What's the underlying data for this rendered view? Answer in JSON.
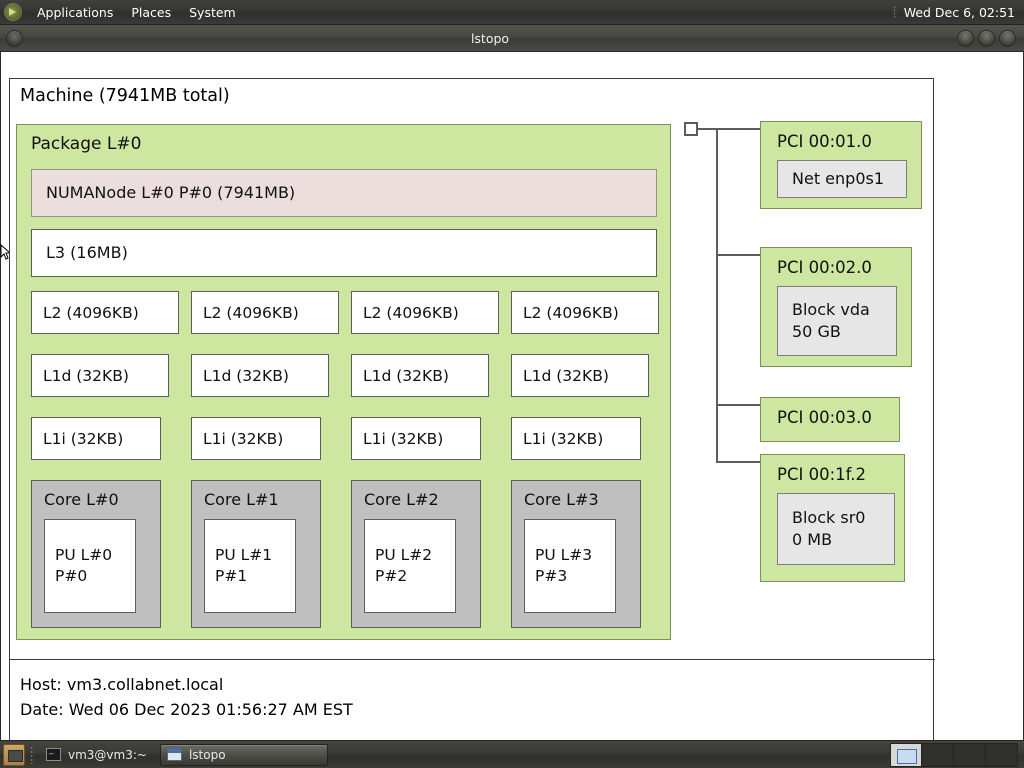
{
  "top_panel": {
    "app_icon": "gnome-foot-icon",
    "menus": [
      "Applications",
      "Places",
      "System"
    ],
    "clock": "Wed Dec 6, 02:51"
  },
  "window": {
    "title": "lstopo",
    "left_button": "window-menu-button",
    "right_buttons": [
      "minimize-button",
      "maximize-button",
      "close-button"
    ]
  },
  "topology": {
    "machine_label": "Machine (7941MB total)",
    "host_line": "Host: vm3.collabnet.local",
    "date_line": "Date: Wed 06 Dec 2023 01:56:27 AM EST",
    "package": {
      "label": "Package L#0",
      "numanode": "NUMANode L#0 P#0 (7941MB)",
      "l3": "L3 (16MB)",
      "l2": [
        "L2 (4096KB)",
        "L2 (4096KB)",
        "L2 (4096KB)",
        "L2 (4096KB)"
      ],
      "l1d": [
        "L1d (32KB)",
        "L1d (32KB)",
        "L1d (32KB)",
        "L1d (32KB)"
      ],
      "l1i": [
        "L1i (32KB)",
        "L1i (32KB)",
        "L1i (32KB)",
        "L1i (32KB)"
      ],
      "cores": [
        {
          "label": "Core L#0",
          "pu_line1": "PU L#0",
          "pu_line2": "P#0"
        },
        {
          "label": "Core L#1",
          "pu_line1": "PU L#1",
          "pu_line2": "P#1"
        },
        {
          "label": "Core L#2",
          "pu_line1": "PU L#2",
          "pu_line2": "P#2"
        },
        {
          "label": "Core L#3",
          "pu_line1": "PU L#3",
          "pu_line2": "P#3"
        }
      ]
    },
    "pci_devices": [
      {
        "label": "PCI 00:01.0",
        "child_line1": "Net enp0s1",
        "child_line2": ""
      },
      {
        "label": "PCI 00:02.0",
        "child_line1": "Block vda",
        "child_line2": "50 GB"
      },
      {
        "label": "PCI 00:03.0",
        "child_line1": "",
        "child_line2": ""
      },
      {
        "label": "PCI 00:1f.2",
        "child_line1": "Block sr0",
        "child_line2": "0 MB"
      }
    ]
  },
  "taskbar": {
    "show_desktop": "show-desktop-icon",
    "tasks": [
      {
        "label": "vm3@vm3:~",
        "icon": "terminal-icon",
        "active": false
      },
      {
        "label": "lstopo",
        "icon": "window-icon",
        "active": true
      }
    ],
    "workspace_count": 4,
    "active_workspace": 1
  },
  "colors": {
    "package_green": "#cde6a0",
    "numa_pink": "#eddede",
    "core_gray": "#bfbfbf",
    "pci_child_gray": "#e6e6e6",
    "panel_dark": "#3a3a38"
  }
}
